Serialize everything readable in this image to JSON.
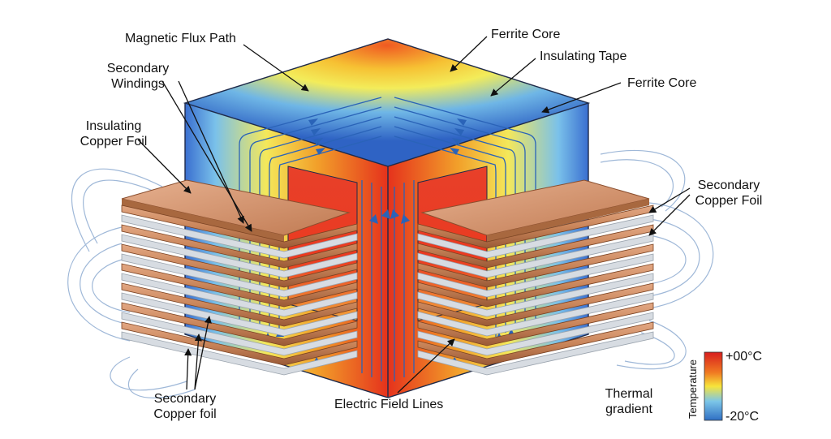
{
  "labels": {
    "magnetic_flux_path": "Magnetic Flux Path",
    "secondary_windings": "Secondary\nWindings",
    "insulating_copper_foil": "Insulating\nCopper Foil",
    "ferrite_core_top": "Ferrite Core",
    "insulating_tape": "Insulating Tape",
    "ferrite_core_right": "Ferrite Core",
    "secondary_copper_foil_right": "Secondary\nCopper Foil",
    "secondary_copper_foil_bottom": "Secondary\nCopper foil",
    "electric_field_lines": "Electric Field Lines",
    "thermal_gradient": "Thermal\ngradient"
  },
  "legend": {
    "axis_title": "Temperature",
    "max_label": "+00°C",
    "min_label": "-20°C",
    "colors": [
      "#d81e1e",
      "#f07a22",
      "#f7e43a",
      "#7cc6e8",
      "#2f6fc4"
    ]
  },
  "colors": {
    "hot": "#e8321f",
    "cool": "#2f68c8",
    "copper": "#c98b62",
    "insulation": "#d7dce2",
    "flux_line": "#2a63b8",
    "field_line": "#9fb8d8"
  }
}
